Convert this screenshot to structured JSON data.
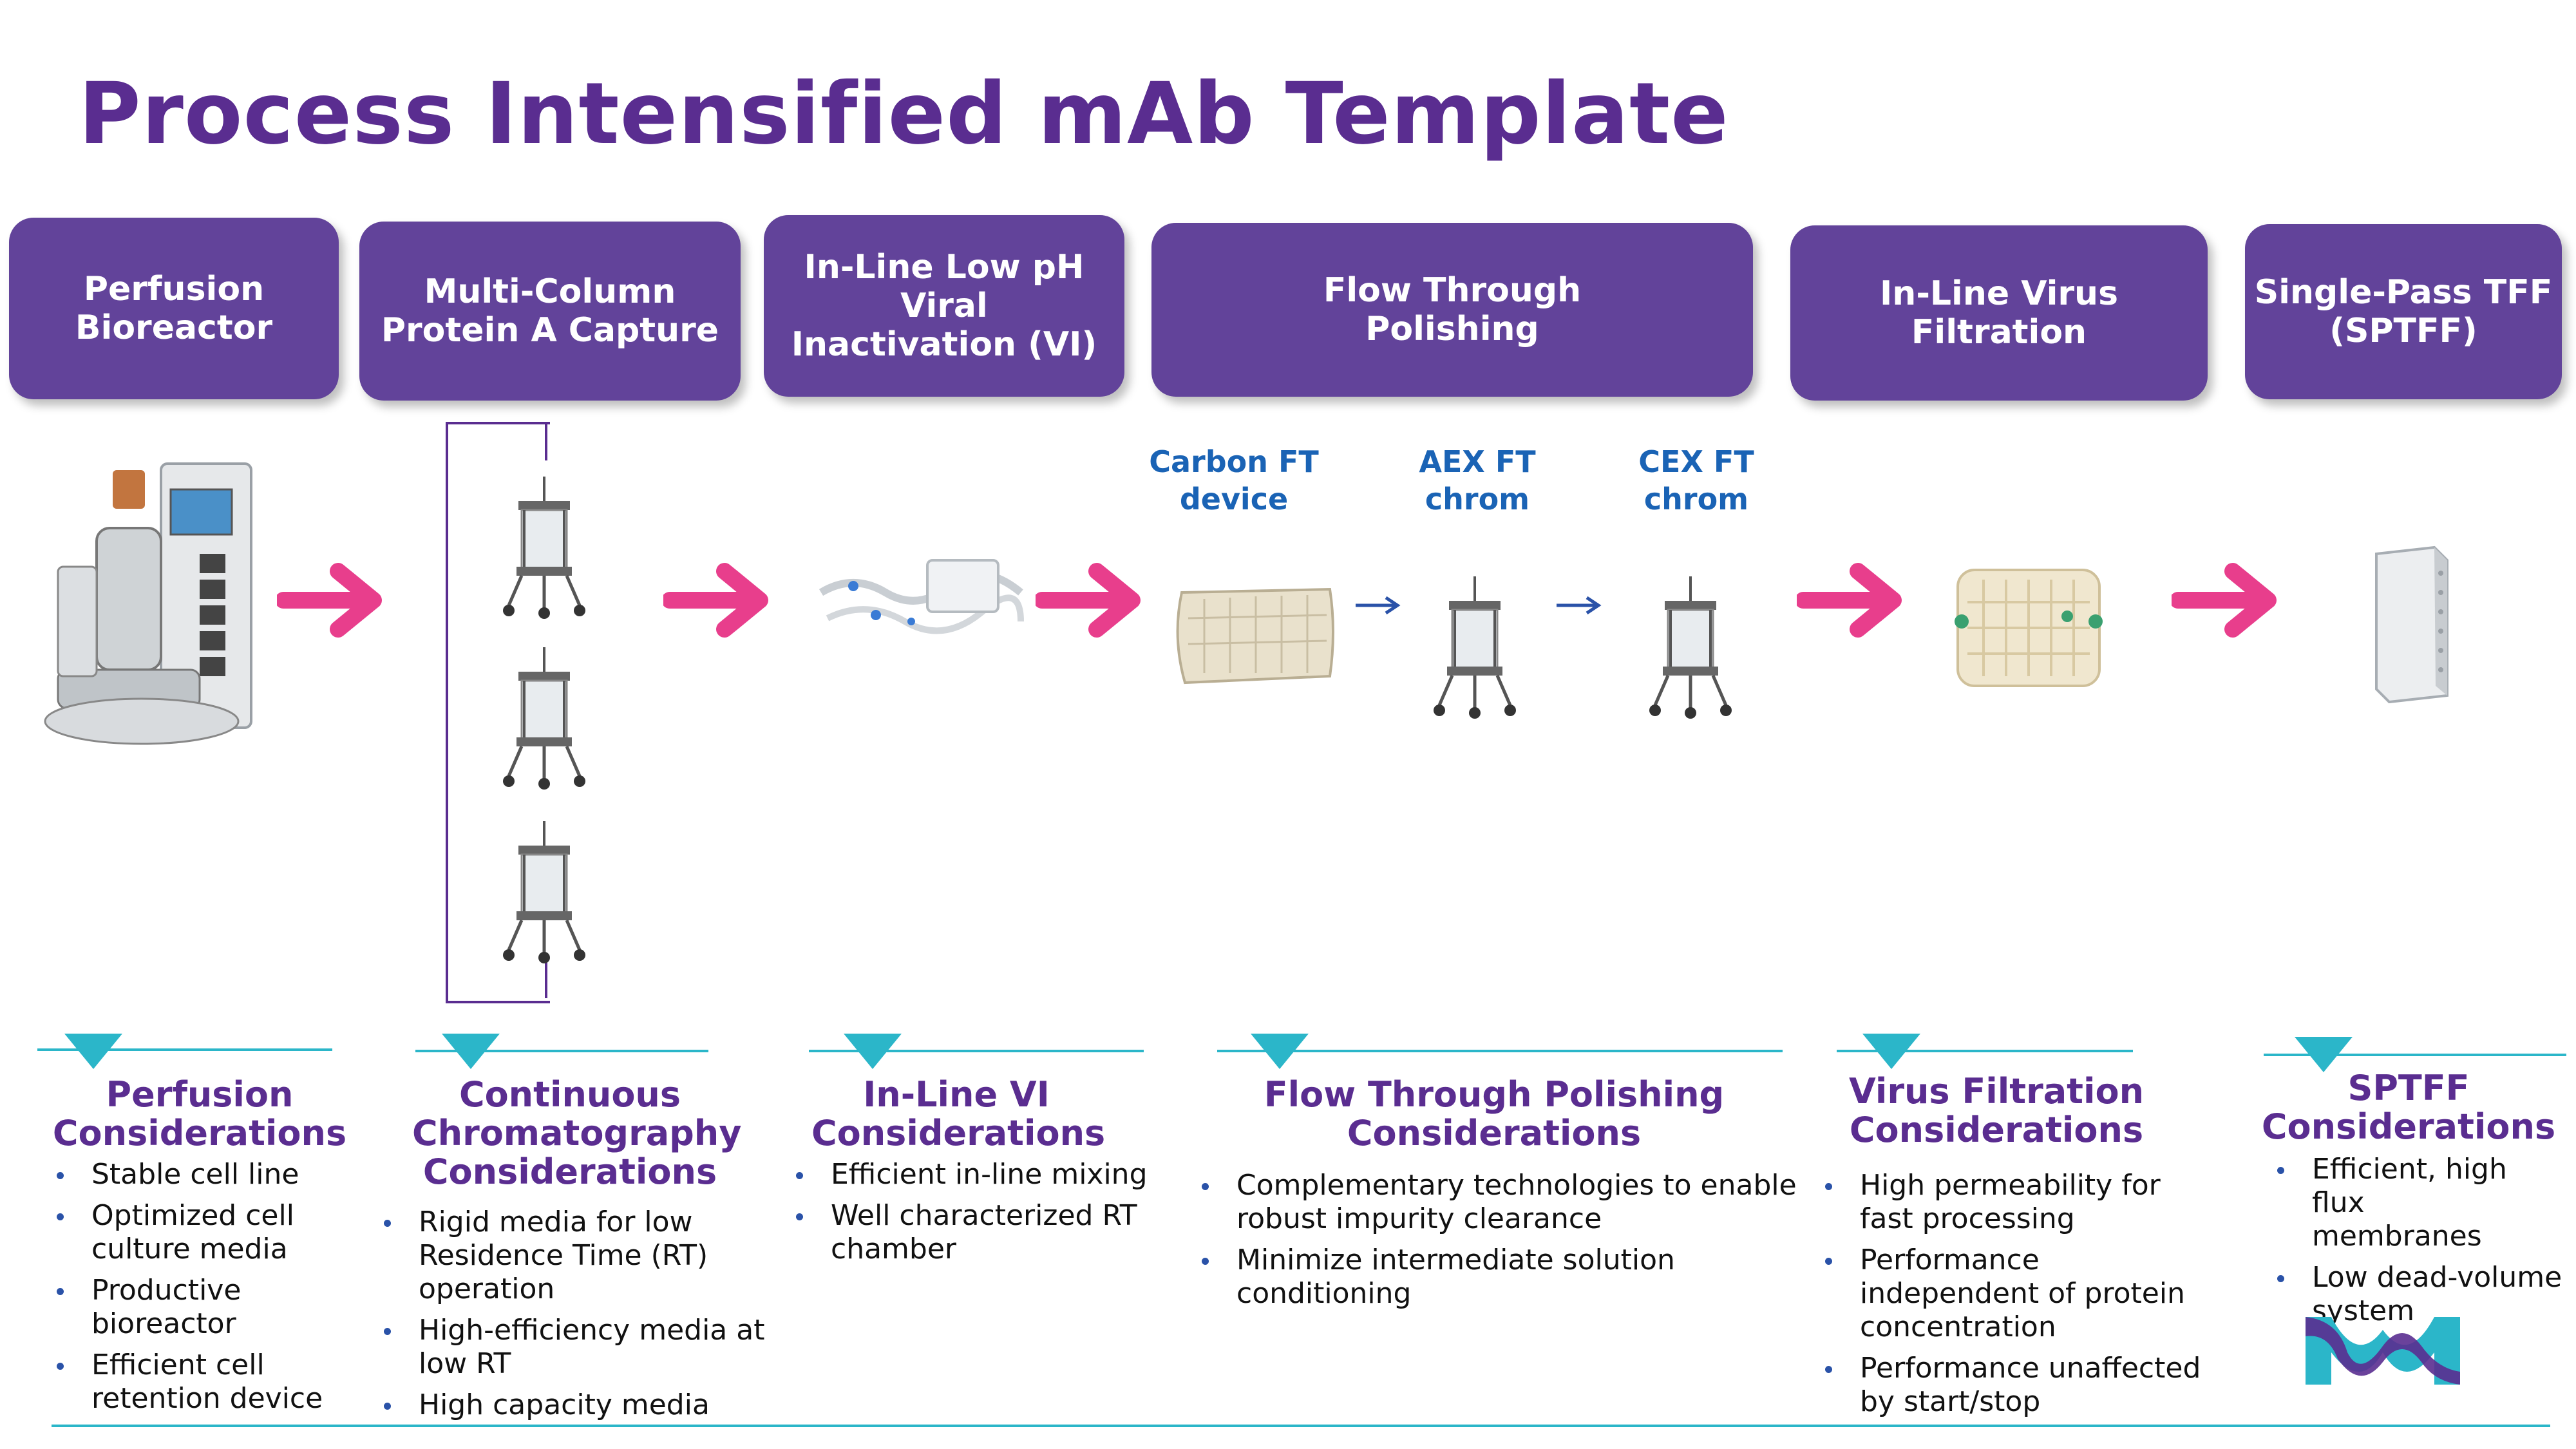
{
  "title": "Process Intensified mAb Template",
  "steps": [
    {
      "label": "Perfusion\nBioreactor"
    },
    {
      "label": "Multi-Column\nProtein A Capture"
    },
    {
      "label": "In-Line Low pH\nViral\nInactivation (VI)"
    },
    {
      "label": "Flow Through\nPolishing"
    },
    {
      "label": "In-Line Virus\nFiltration"
    },
    {
      "label": "Single-Pass TFF\n(SPTFF)"
    }
  ],
  "polishing_devices": [
    {
      "label": "Carbon FT\ndevice"
    },
    {
      "label": "AEX FT\nchrom"
    },
    {
      "label": "CEX FT\nchrom"
    }
  ],
  "considerations": [
    {
      "title": "Perfusion\nConsiderations",
      "bullets": [
        "Stable cell line",
        "Optimized cell\nculture media",
        "Productive\nbioreactor",
        "Efficient cell\nretention device"
      ]
    },
    {
      "title": "Continuous\nChromatography\nConsiderations",
      "bullets": [
        "Rigid media for low\nResidence Time (RT)\noperation",
        "High-efficiency media at\nlow RT",
        "High capacity media"
      ]
    },
    {
      "title": "In-Line VI\nConsiderations",
      "bullets": [
        "Efficient in-line mixing",
        "Well characterized RT\nchamber"
      ]
    },
    {
      "title": "Flow Through Polishing\nConsiderations",
      "bullets": [
        "Complementary technologies to enable\nrobust impurity clearance",
        "Minimize intermediate solution\nconditioning"
      ]
    },
    {
      "title": "Virus Filtration\nConsiderations",
      "bullets": [
        "High permeability for\nfast processing",
        "Performance\nindependent of protein\nconcentration",
        "Performance unaffected\nby start/stop"
      ]
    },
    {
      "title": "SPTFF\nConsiderations",
      "bullets": [
        "Efficient, high flux\nmembranes",
        "Low dead-volume\nsystem"
      ]
    }
  ],
  "colors": {
    "purple": "#62439a",
    "title_purple": "#5a2d90",
    "pink_arrow": "#e83e8c",
    "teal": "#2bb6c9",
    "blue_text": "#1a63b5"
  }
}
